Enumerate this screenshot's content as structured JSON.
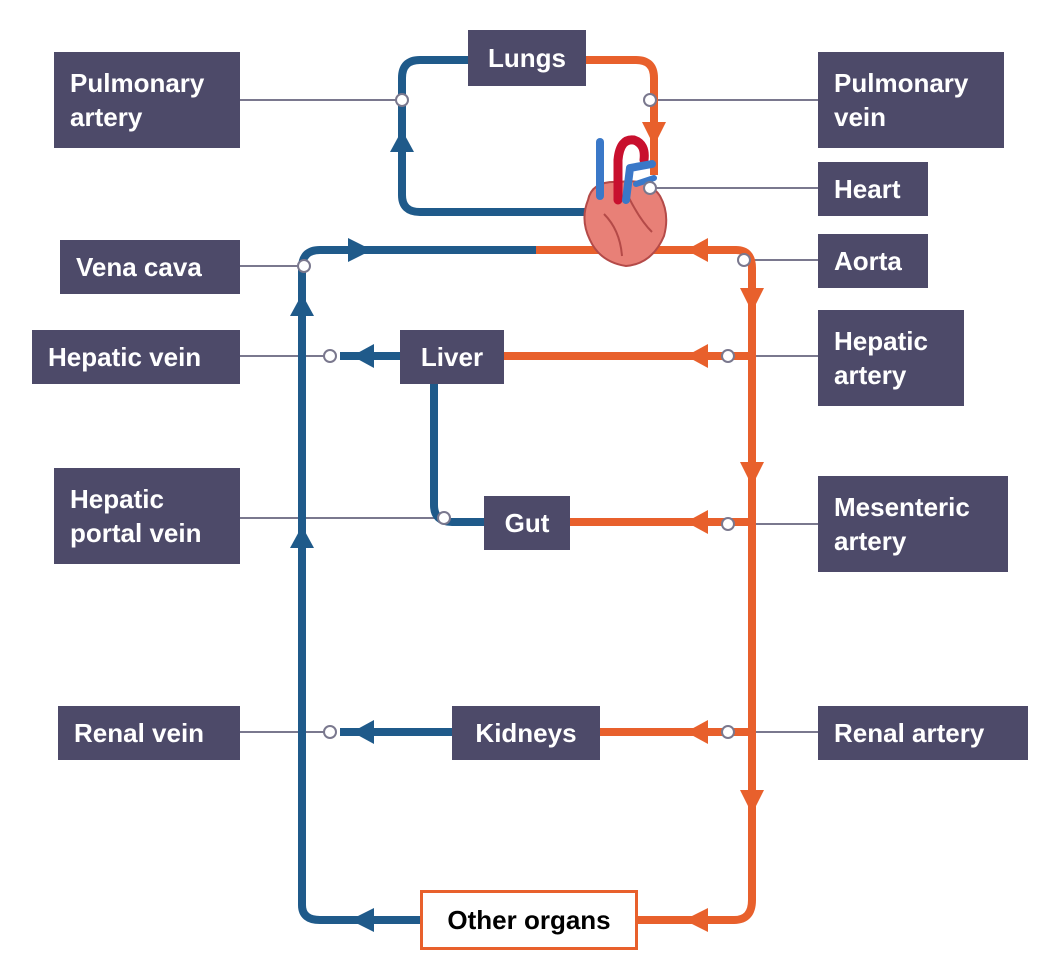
{
  "colors": {
    "oxygenated": "#e8602c",
    "deoxygenated": "#1f5a8a",
    "label_bg": "#4d4a69",
    "leader_line": "#7a788e"
  },
  "organs": {
    "lungs": "Lungs",
    "liver": "Liver",
    "gut": "Gut",
    "kidneys": "Kidneys",
    "other": "Other organs",
    "heart_icon": "heart-icon"
  },
  "labels": {
    "pulmonary_artery": "Pulmonary\nartery",
    "pulmonary_vein": "Pulmonary\nvein",
    "heart": "Heart",
    "vena_cava": "Vena cava",
    "aorta": "Aorta",
    "hepatic_vein": "Hepatic vein",
    "hepatic_artery": "Hepatic\nartery",
    "hepatic_portal_vein": "Hepatic\nportal vein",
    "mesenteric_artery": "Mesenteric\nartery",
    "renal_vein": "Renal vein",
    "renal_artery": "Renal artery"
  }
}
